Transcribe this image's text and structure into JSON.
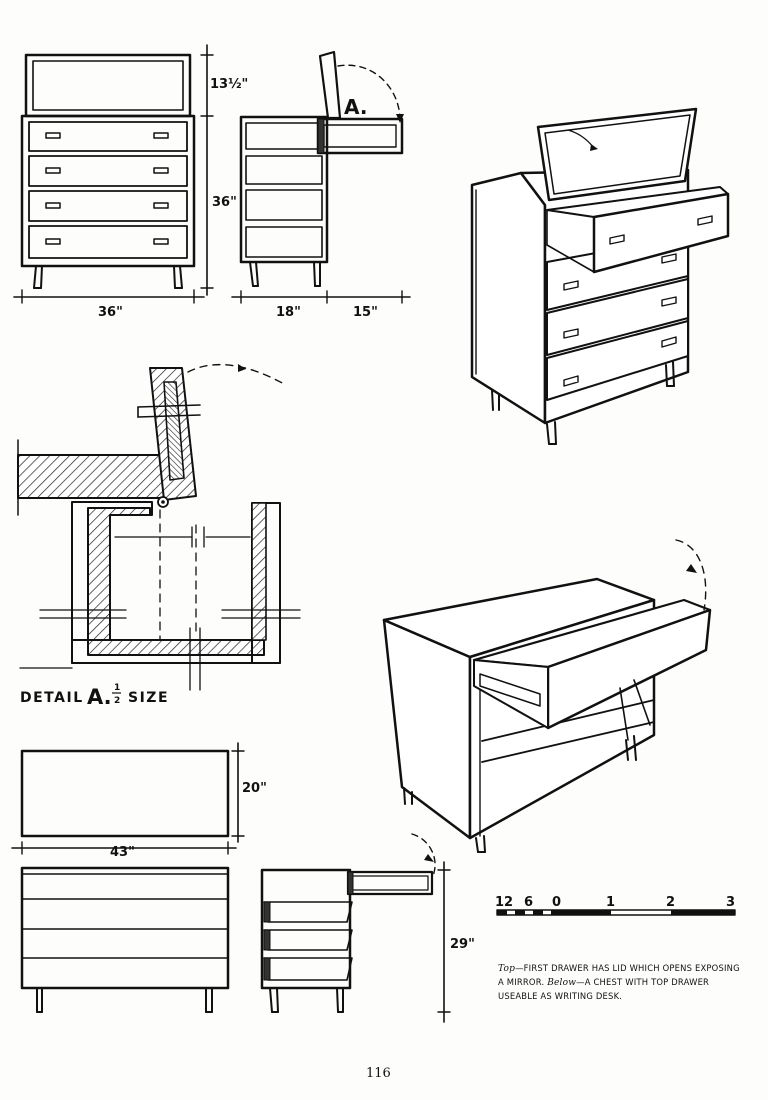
{
  "dimensions": {
    "mirror_height": "13½\"",
    "chest_height": "36\"",
    "chest_width": "36\"",
    "side_depth": "18\"",
    "drawer_extension": "15\"",
    "desk_depth": "20\"",
    "desk_width": "43\"",
    "desk_height": "29\""
  },
  "labels": {
    "detail_marker": "A.",
    "detail_title_prefix": "DETAIL",
    "detail_title_letter": "A.",
    "detail_title_suffix": "SIZE"
  },
  "scale_bar": {
    "ticks": [
      "12",
      "6",
      "0",
      "1",
      "2",
      "3"
    ]
  },
  "caption": {
    "top_word": "Top",
    "top_text": "—FIRST DRAWER HAS LID WHICH OPENS EXPOSING A MIRROR.",
    "below_word": "Below",
    "below_text": "—A CHEST WITH TOP DRAWER USEABLE AS WRITING DESK."
  },
  "page_number": "116"
}
